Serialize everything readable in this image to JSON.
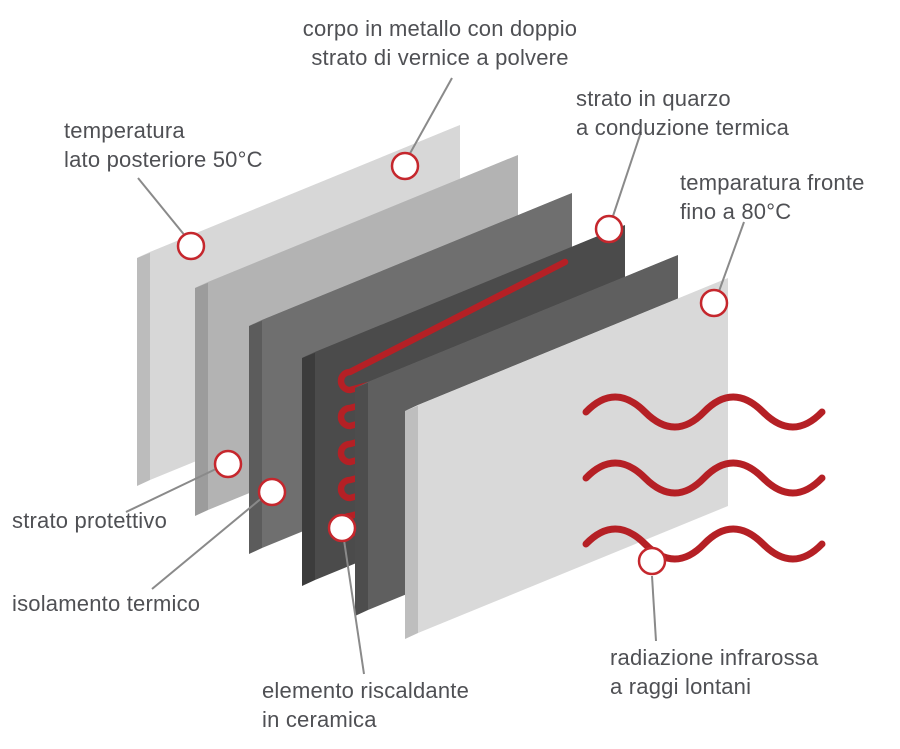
{
  "diagram": {
    "colors": {
      "background": "#ffffff",
      "red": "#b52025",
      "callout_line": "#8a8a8a",
      "circle_stroke": "#c5272d",
      "circle_fill": "#ffffff",
      "text": "#4f5054"
    },
    "layers": [
      {
        "name": "corpo-metallo-posteriore",
        "face": "#d7d7d7",
        "side": "#bcbcbc",
        "top": "#e2e2e2"
      },
      {
        "name": "strato-protettivo",
        "face": "#b3b3b3",
        "side": "#9c9c9c",
        "top": "#c2c2c2"
      },
      {
        "name": "isolamento-termico",
        "face": "#6f6f6f",
        "side": "#5c5c5c",
        "top": "#7c7c7c"
      },
      {
        "name": "elemento-riscaldante",
        "face": "#4b4b4b",
        "side": "#3c3c3c",
        "top": "#585858"
      },
      {
        "name": "strato-quarzo",
        "face": "#5f5f5f",
        "side": "#4d4d4d",
        "top": "#6b6b6b"
      },
      {
        "name": "pannello-frontale",
        "face": "#d9d9d9",
        "side": "#bebebe",
        "top": "#e4e4e4"
      }
    ],
    "labels": {
      "corpo": "corpo in metallo con doppio\nstrato di vernice a polvere",
      "temperatura_posteriore": "temperatura\nlato posteriore 50°C",
      "strato_quarzo": "strato in quarzo\na conduzione termica",
      "temperatura_fronte": "temparatura fronte\nfino a 80°C",
      "strato_protettivo": "strato protettivo",
      "isolamento_termico": "isolamento termico",
      "elemento_riscaldante": "elemento riscaldante\nin ceramica",
      "radiazione": "radiazione infrarossa\na raggi lontani"
    }
  }
}
